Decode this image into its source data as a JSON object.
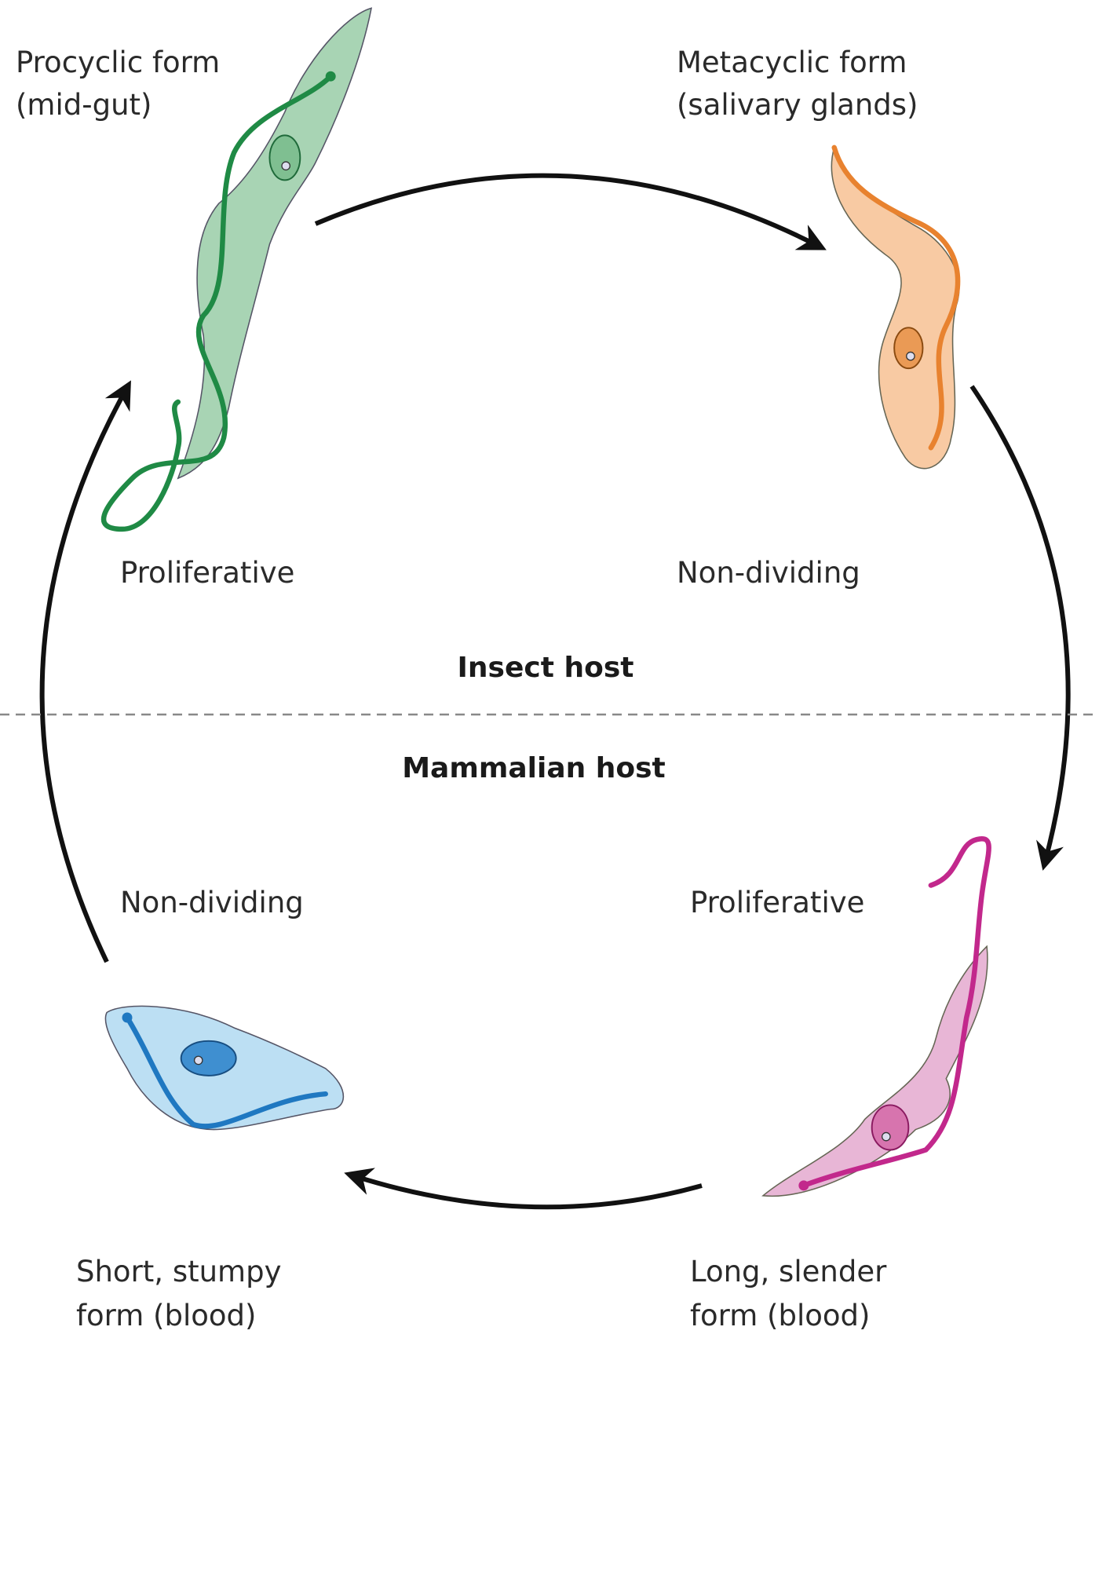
{
  "title": "Trypanosome life cycle",
  "colors": {
    "procyclic": "#1f8a45",
    "procyclic_fill": "#a8d4b4",
    "metacyclic": "#e8822f",
    "metacyclic_fill": "#f8caa3",
    "slender": "#c2288c",
    "slender_fill": "#e8b6d6",
    "stumpy": "#1f78c1",
    "stumpy_fill": "#bcdff3"
  },
  "labels": {
    "procyclic_line1": "Procyclic form",
    "procyclic_line2": "(mid-gut)",
    "procyclic_state": "Proliferative",
    "metacyclic_line1": "Metacyclic form",
    "metacyclic_line2": "(salivary glands)",
    "metacyclic_state": "Non-dividing",
    "insect_host": "Insect host",
    "mammalian_host": "Mammalian host",
    "stumpy_state": "Non-dividing",
    "slender_state": "Proliferative",
    "stumpy_line1": "Short, stumpy",
    "stumpy_line2": "form (blood)",
    "slender_line1": "Long, slender",
    "slender_line2": "form (blood)"
  }
}
